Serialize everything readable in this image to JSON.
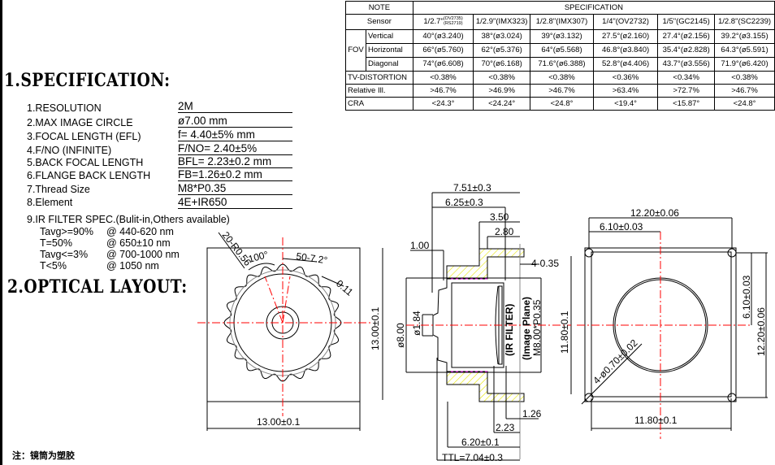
{
  "titles": {
    "spec": "1.SPECIFICATION:",
    "layout": "2.OPTICAL LAYOUT:"
  },
  "table": {
    "note": "NOTE",
    "specification": "SPECIFICATION",
    "sensor_label": "Sensor",
    "sensors": [
      {
        "main": "1/2.7\"",
        "sub1": "(OV2735)",
        "sub2": "(RS2719)"
      },
      {
        "main": "1/2.9\"(IMX323)"
      },
      {
        "main": "1/2.8\"(IMX307)"
      },
      {
        "main": "1/4\"(OV2732)"
      },
      {
        "main": "1/5\"(GC2145)"
      },
      {
        "main": "1/2.8\"(SC2239)"
      }
    ],
    "fov_label": "FOV",
    "rows": [
      {
        "label": "Vertical",
        "values": [
          "40°(ø3.240)",
          "38°(ø3.024)",
          "39°(ø3.132)",
          "27.5°(ø2.160)",
          "27.4°(ø2.156)",
          "39.2°(ø3.155)"
        ]
      },
      {
        "label": "Horizontal",
        "values": [
          "66°(ø5.760)",
          "62°(ø5.376)",
          "64°(ø5.568)",
          "46.8°(ø3.840)",
          "35.4°(ø2.828)",
          "64.3°(ø5.591)"
        ]
      },
      {
        "label": "Diagonal",
        "values": [
          "74°(ø6.608)",
          "70°(ø6.168)",
          "71.6°(ø6.388)",
          "52.8°(ø4.406)",
          "43.7°(ø3.556)",
          "71.9°(ø6.420)"
        ]
      },
      {
        "label": "TV-DISTORTION",
        "values": [
          "<0.38%",
          "<0.38%",
          "<0.38%",
          "<0.36%",
          "<0.34%",
          "<0.38%"
        ]
      },
      {
        "label": "Relative Ill.",
        "values": [
          ">46.7%",
          ">46.9%",
          ">46.7%",
          ">63.4%",
          ">72.7%",
          ">46.7%"
        ]
      },
      {
        "label": "CRA",
        "values": [
          "<24.3°",
          "<24.24°",
          "<24.8°",
          "<19.4°",
          "<15.87°",
          "<24.8°"
        ]
      }
    ]
  },
  "specs": [
    {
      "label": "1.RESOLUTION",
      "value": "2M"
    },
    {
      "label": "2.MAX IMAGE CIRCLE",
      "value": "ø7.00  mm"
    },
    {
      "label": "3.FOCAL LENGTH (EFL)",
      "value": "f= 4.40±5%  mm"
    },
    {
      "label": "4.F/NO (INFINITE)",
      "value": "F/NO= 2.40±5%"
    },
    {
      "label": "5.BACK FOCAL LENGTH",
      "value": "BFL= 2.23±0.2 mm"
    },
    {
      "label": "6.FLANGE BACK LENGTH",
      "value": "FB=1.26±0.2 mm"
    },
    {
      "label": "7.Thread Size",
      "value": "M8*P0.35"
    },
    {
      "label": "8.Element",
      "value": "4E+IR650"
    }
  ],
  "ir_filter": {
    "title": "9.IR FILTER SPEC.(Bulit-in,Others available)",
    "lines": [
      {
        "cond": "Tavg>=90%",
        "range": "@ 440-620 nm"
      },
      {
        "cond": "T=50%",
        "range": "@ 650±10 nm"
      },
      {
        "cond": "Tavg<=3%",
        "range": "@ 700-1000 nm"
      },
      {
        "cond": "T<5%",
        "range": "@ 1050 nm"
      }
    ]
  },
  "front_view": {
    "radius": "20-R0.56",
    "angle": "100°",
    "teeth": "50-7.2°",
    "thickness": "0.11",
    "height": "13.00±0.1",
    "width": "13.00±0.1"
  },
  "side_view": {
    "d751": "7.51±0.3",
    "d625": "6.25±0.3",
    "d350": "3.50",
    "d280": "2.80",
    "d100": "1.00",
    "d035": "4-0.35",
    "d800": "ø8.00",
    "d184": "ø1.84",
    "ir": "(IR FILTER)",
    "image_plane": "(Image Plane)",
    "thread": "M8.00*P0.35",
    "d126": "1.26",
    "d223": "2.23",
    "d620": "6.20±0.1",
    "ttl": "TTL=7.04±0.3",
    "h1180": "11.80±0.1"
  },
  "back_view": {
    "w1220": "12.20±0.06",
    "w610": "6.10±0.03",
    "w1180": "11.80±0.1",
    "h610": "6.10±0.03",
    "h1220": "12.20±0.06",
    "holes": "4-ø0.70±0.02"
  },
  "note": "注：镜筒为塑胶",
  "colors": {
    "centerline": "#ff0000",
    "hatch": "#e6e600",
    "thread": "#e000e0"
  }
}
